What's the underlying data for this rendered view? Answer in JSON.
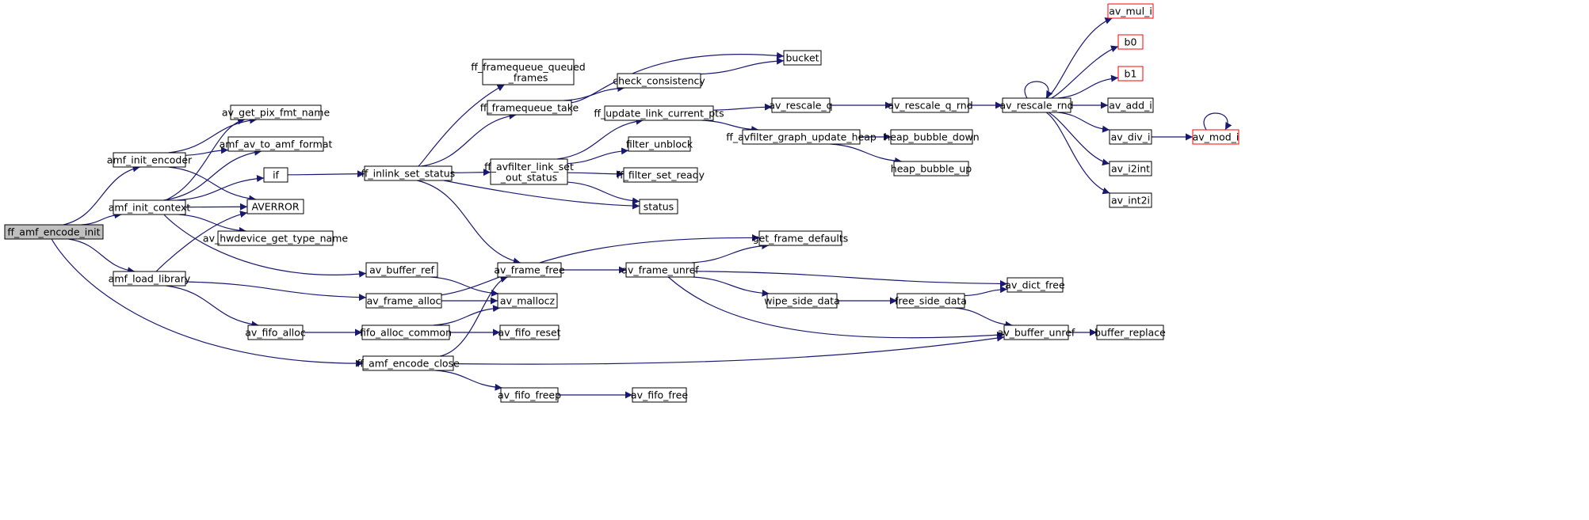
{
  "colors": {
    "edge": "#191970",
    "node_border": "#000000",
    "node_border_truncated": "#ff0000",
    "root_fill": "#bfbfbf",
    "node_fill": "#ffffff"
  },
  "nodes": [
    {
      "id": "ff_amf_encode_init",
      "lines": [
        "ff_amf_encode_init"
      ],
      "kind": "root"
    },
    {
      "id": "amf_init_encoder",
      "lines": [
        "amf_init_encoder"
      ],
      "kind": "normal"
    },
    {
      "id": "amf_init_context",
      "lines": [
        "amf_init_context"
      ],
      "kind": "normal"
    },
    {
      "id": "amf_load_library",
      "lines": [
        "amf_load_library"
      ],
      "kind": "normal"
    },
    {
      "id": "av_get_pix_fmt_name",
      "lines": [
        "av_get_pix_fmt_name"
      ],
      "kind": "normal"
    },
    {
      "id": "amf_av_to_amf_format",
      "lines": [
        "amf_av_to_amf_format"
      ],
      "kind": "normal"
    },
    {
      "id": "if",
      "lines": [
        "if"
      ],
      "kind": "normal"
    },
    {
      "id": "AVERROR",
      "lines": [
        "AVERROR"
      ],
      "kind": "normal"
    },
    {
      "id": "av_hwdevice_get_type_name",
      "lines": [
        "av_hwdevice_get_type_name"
      ],
      "kind": "normal"
    },
    {
      "id": "av_buffer_ref",
      "lines": [
        "av_buffer_ref"
      ],
      "kind": "normal"
    },
    {
      "id": "av_frame_alloc",
      "lines": [
        "av_frame_alloc"
      ],
      "kind": "normal"
    },
    {
      "id": "av_fifo_alloc",
      "lines": [
        "av_fifo_alloc"
      ],
      "kind": "normal"
    },
    {
      "id": "fifo_alloc_common",
      "lines": [
        "fifo_alloc_common"
      ],
      "kind": "normal"
    },
    {
      "id": "ff_amf_encode_close",
      "lines": [
        "ff_amf_encode_close"
      ],
      "kind": "normal"
    },
    {
      "id": "ff_inlink_set_status",
      "lines": [
        "ff_inlink_set_status"
      ],
      "kind": "normal"
    },
    {
      "id": "ff_framequeue_queued_frames",
      "lines": [
        "ff_framequeue_queued",
        "_frames"
      ],
      "kind": "normal"
    },
    {
      "id": "ff_framequeue_take",
      "lines": [
        "ff_framequeue_take"
      ],
      "kind": "normal"
    },
    {
      "id": "ff_avfilter_link_set_out_status",
      "lines": [
        "ff_avfilter_link_set",
        "_out_status"
      ],
      "kind": "normal"
    },
    {
      "id": "av_frame_free",
      "lines": [
        "av_frame_free"
      ],
      "kind": "normal"
    },
    {
      "id": "av_mallocz",
      "lines": [
        "av_mallocz"
      ],
      "kind": "normal"
    },
    {
      "id": "av_fifo_reset",
      "lines": [
        "av_fifo_reset"
      ],
      "kind": "normal"
    },
    {
      "id": "av_fifo_freep",
      "lines": [
        "av_fifo_freep"
      ],
      "kind": "normal"
    },
    {
      "id": "bucket",
      "lines": [
        "bucket"
      ],
      "kind": "normal"
    },
    {
      "id": "check_consistency",
      "lines": [
        "check_consistency"
      ],
      "kind": "normal"
    },
    {
      "id": "ff_update_link_current_pts",
      "lines": [
        "ff_update_link_current_pts"
      ],
      "kind": "normal"
    },
    {
      "id": "filter_unblock",
      "lines": [
        "filter_unblock"
      ],
      "kind": "normal"
    },
    {
      "id": "ff_filter_set_ready",
      "lines": [
        "ff_filter_set_ready"
      ],
      "kind": "normal"
    },
    {
      "id": "status",
      "lines": [
        "status"
      ],
      "kind": "normal"
    },
    {
      "id": "av_frame_unref",
      "lines": [
        "av_frame_unref"
      ],
      "kind": "normal"
    },
    {
      "id": "av_fifo_free",
      "lines": [
        "av_fifo_free"
      ],
      "kind": "normal"
    },
    {
      "id": "av_rescale_q",
      "lines": [
        "av_rescale_q"
      ],
      "kind": "normal"
    },
    {
      "id": "ff_avfilter_graph_update_heap",
      "lines": [
        "ff_avfilter_graph_update_heap"
      ],
      "kind": "normal"
    },
    {
      "id": "get_frame_defaults",
      "lines": [
        "get_frame_defaults"
      ],
      "kind": "normal"
    },
    {
      "id": "wipe_side_data",
      "lines": [
        "wipe_side_data"
      ],
      "kind": "normal"
    },
    {
      "id": "av_rescale_q_rnd",
      "lines": [
        "av_rescale_q_rnd"
      ],
      "kind": "normal"
    },
    {
      "id": "heap_bubble_down",
      "lines": [
        "heap_bubble_down"
      ],
      "kind": "normal"
    },
    {
      "id": "heap_bubble_up",
      "lines": [
        "heap_bubble_up"
      ],
      "kind": "normal"
    },
    {
      "id": "free_side_data",
      "lines": [
        "free_side_data"
      ],
      "kind": "normal"
    },
    {
      "id": "av_rescale_rnd",
      "lines": [
        "av_rescale_rnd"
      ],
      "kind": "normal"
    },
    {
      "id": "av_dict_free",
      "lines": [
        "av_dict_free"
      ],
      "kind": "normal"
    },
    {
      "id": "av_buffer_unref",
      "lines": [
        "av_buffer_unref"
      ],
      "kind": "normal"
    },
    {
      "id": "av_mul_i",
      "lines": [
        "av_mul_i"
      ],
      "kind": "truncated"
    },
    {
      "id": "b0",
      "lines": [
        "b0"
      ],
      "kind": "truncated"
    },
    {
      "id": "b1",
      "lines": [
        "b1"
      ],
      "kind": "truncated"
    },
    {
      "id": "av_add_i",
      "lines": [
        "av_add_i"
      ],
      "kind": "normal"
    },
    {
      "id": "av_div_i",
      "lines": [
        "av_div_i"
      ],
      "kind": "normal"
    },
    {
      "id": "av_i2int",
      "lines": [
        "av_i2int"
      ],
      "kind": "normal"
    },
    {
      "id": "av_int2i",
      "lines": [
        "av_int2i"
      ],
      "kind": "normal"
    },
    {
      "id": "buffer_replace",
      "lines": [
        "buffer_replace"
      ],
      "kind": "normal"
    },
    {
      "id": "av_mod_i",
      "lines": [
        "av_mod_i"
      ],
      "kind": "truncated"
    }
  ],
  "edges": [
    [
      "ff_amf_encode_init",
      "amf_init_encoder"
    ],
    [
      "ff_amf_encode_init",
      "amf_init_context"
    ],
    [
      "ff_amf_encode_init",
      "amf_load_library"
    ],
    [
      "ff_amf_encode_init",
      "ff_amf_encode_close"
    ],
    [
      "amf_init_encoder",
      "av_get_pix_fmt_name"
    ],
    [
      "amf_init_encoder",
      "amf_av_to_amf_format"
    ],
    [
      "amf_init_encoder",
      "AVERROR"
    ],
    [
      "amf_init_context",
      "av_get_pix_fmt_name"
    ],
    [
      "amf_init_context",
      "amf_av_to_amf_format"
    ],
    [
      "amf_init_context",
      "if"
    ],
    [
      "amf_init_context",
      "AVERROR"
    ],
    [
      "amf_init_context",
      "av_hwdevice_get_type_name"
    ],
    [
      "amf_init_context",
      "av_buffer_ref"
    ],
    [
      "amf_load_library",
      "AVERROR"
    ],
    [
      "amf_load_library",
      "av_frame_alloc"
    ],
    [
      "amf_load_library",
      "av_fifo_alloc"
    ],
    [
      "if",
      "ff_inlink_set_status"
    ],
    [
      "ff_inlink_set_status",
      "ff_framequeue_queued_frames"
    ],
    [
      "ff_inlink_set_status",
      "ff_framequeue_take"
    ],
    [
      "ff_inlink_set_status",
      "ff_avfilter_link_set_out_status"
    ],
    [
      "ff_inlink_set_status",
      "status"
    ],
    [
      "ff_inlink_set_status",
      "av_frame_free"
    ],
    [
      "ff_framequeue_take",
      "check_consistency"
    ],
    [
      "ff_framequeue_take",
      "bucket"
    ],
    [
      "check_consistency",
      "bucket"
    ],
    [
      "ff_avfilter_link_set_out_status",
      "ff_update_link_current_pts"
    ],
    [
      "ff_avfilter_link_set_out_status",
      "filter_unblock"
    ],
    [
      "ff_avfilter_link_set_out_status",
      "ff_filter_set_ready"
    ],
    [
      "ff_avfilter_link_set_out_status",
      "status"
    ],
    [
      "ff_update_link_current_pts",
      "av_rescale_q"
    ],
    [
      "ff_update_link_current_pts",
      "ff_avfilter_graph_update_heap"
    ],
    [
      "ff_avfilter_graph_update_heap",
      "heap_bubble_down"
    ],
    [
      "ff_avfilter_graph_update_heap",
      "heap_bubble_up"
    ],
    [
      "av_rescale_q",
      "av_rescale_q_rnd"
    ],
    [
      "av_rescale_q_rnd",
      "av_rescale_rnd"
    ],
    [
      "av_rescale_rnd",
      "av_rescale_rnd"
    ],
    [
      "av_rescale_rnd",
      "av_mul_i"
    ],
    [
      "av_rescale_rnd",
      "b0"
    ],
    [
      "av_rescale_rnd",
      "b1"
    ],
    [
      "av_rescale_rnd",
      "av_add_i"
    ],
    [
      "av_rescale_rnd",
      "av_div_i"
    ],
    [
      "av_rescale_rnd",
      "av_i2int"
    ],
    [
      "av_rescale_rnd",
      "av_int2i"
    ],
    [
      "av_div_i",
      "av_mod_i"
    ],
    [
      "av_mod_i",
      "av_mod_i"
    ],
    [
      "av_buffer_ref",
      "av_mallocz"
    ],
    [
      "av_frame_alloc",
      "av_mallocz"
    ],
    [
      "av_frame_alloc",
      "get_frame_defaults"
    ],
    [
      "av_fifo_alloc",
      "fifo_alloc_common"
    ],
    [
      "fifo_alloc_common",
      "av_mallocz"
    ],
    [
      "fifo_alloc_common",
      "av_fifo_reset"
    ],
    [
      "ff_amf_encode_close",
      "av_frame_free"
    ],
    [
      "ff_amf_encode_close",
      "av_fifo_freep"
    ],
    [
      "ff_amf_encode_close",
      "av_buffer_unref"
    ],
    [
      "av_fifo_freep",
      "av_fifo_free"
    ],
    [
      "av_frame_free",
      "av_frame_unref"
    ],
    [
      "av_frame_unref",
      "get_frame_defaults"
    ],
    [
      "av_frame_unref",
      "wipe_side_data"
    ],
    [
      "av_frame_unref",
      "av_dict_free"
    ],
    [
      "av_frame_unref",
      "av_buffer_unref"
    ],
    [
      "wipe_side_data",
      "free_side_data"
    ],
    [
      "free_side_data",
      "av_dict_free"
    ],
    [
      "free_side_data",
      "av_buffer_unref"
    ],
    [
      "av_buffer_unref",
      "buffer_replace"
    ]
  ]
}
